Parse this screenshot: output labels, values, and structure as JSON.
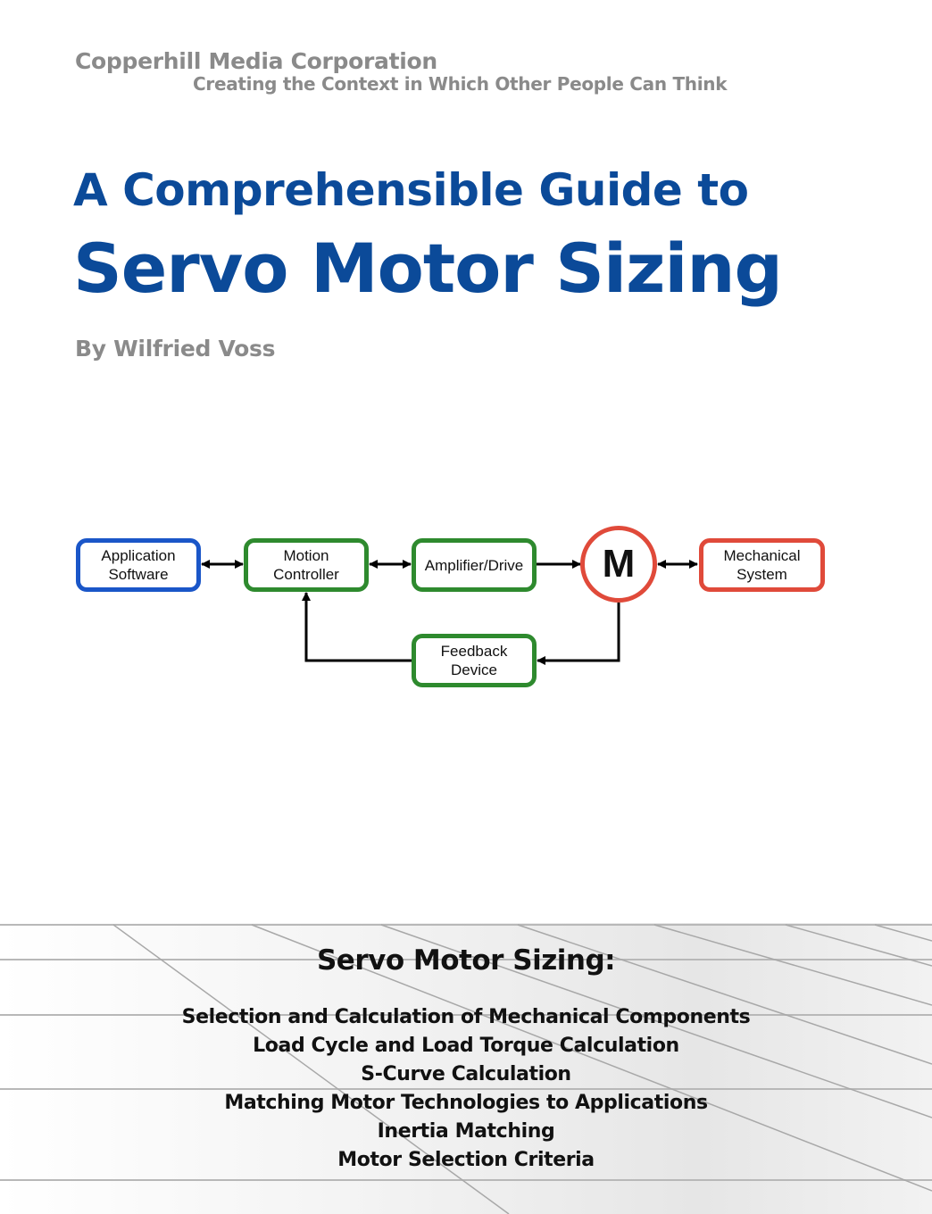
{
  "header": {
    "publisher": "Copperhill Media Corporation",
    "tagline": "Creating the Context in Which Other People Can Think"
  },
  "cover": {
    "title_line1": "A Comprehensible Guide to",
    "title_line2": "Servo Motor Sizing",
    "author": "By Wilfried Voss",
    "title_color": "#0b4a99",
    "gray_text_color": "#8a8a8a"
  },
  "diagram": {
    "nodes": [
      {
        "id": "application-software",
        "label": "Application\nSoftware",
        "color": "#1a56c8"
      },
      {
        "id": "motion-controller",
        "label": "Motion\nController",
        "color": "#2e8a2e"
      },
      {
        "id": "amplifier-drive",
        "label": "Amplifier/Drive",
        "color": "#2e8a2e"
      },
      {
        "id": "motor",
        "label": "M",
        "color": "#e04a3a"
      },
      {
        "id": "mechanical-system",
        "label": "Mechanical\nSystem",
        "color": "#e04a3a"
      },
      {
        "id": "feedback-device",
        "label": "Feedback\nDevice",
        "color": "#2e8a2e"
      }
    ],
    "edges": [
      {
        "from": "application-software",
        "to": "motion-controller",
        "type": "bidirectional"
      },
      {
        "from": "motion-controller",
        "to": "amplifier-drive",
        "type": "bidirectional"
      },
      {
        "from": "amplifier-drive",
        "to": "motor",
        "type": "directed"
      },
      {
        "from": "motor",
        "to": "mechanical-system",
        "type": "bidirectional"
      },
      {
        "from": "motor",
        "to": "feedback-device",
        "type": "directed"
      },
      {
        "from": "feedback-device",
        "to": "motion-controller",
        "type": "directed"
      }
    ]
  },
  "summary": {
    "heading": "Servo Motor Sizing:",
    "topics": [
      "Selection and Calculation of Mechanical Components",
      "Load Cycle and Load Torque Calculation",
      "S-Curve Calculation",
      "Matching Motor Technologies to Applications",
      "Inertia Matching",
      "Motor Selection Criteria"
    ]
  }
}
